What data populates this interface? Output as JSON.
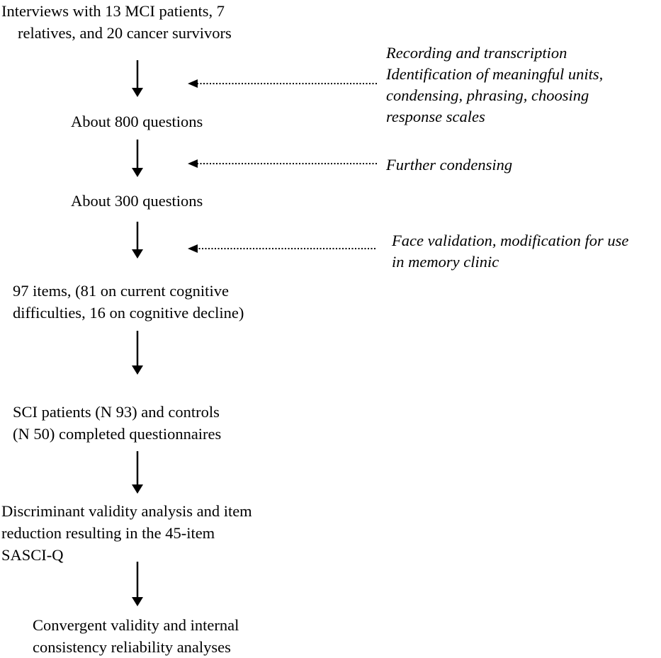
{
  "steps": [
    {
      "lines": [
        "Interviews with 13 MCI patients, 7",
        "relatives, and 20 cancer survivors"
      ]
    },
    {
      "lines": [
        "About 800 questions"
      ]
    },
    {
      "lines": [
        "About 300 questions"
      ]
    },
    {
      "lines": [
        "97 items, (81 on current cognitive",
        "difficulties, 16 on cognitive decline)"
      ]
    },
    {
      "lines": [
        "SCI patients (N 93) and controls",
        "(N 50) completed questionnaires"
      ]
    },
    {
      "lines": [
        "Discriminant validity analysis and item",
        "reduction resulting in the 45-item",
        "SASCI-Q"
      ]
    },
    {
      "lines": [
        "Convergent validity and internal",
        "consistency reliability analyses"
      ]
    }
  ],
  "notes": [
    {
      "lines": [
        "Recording and transcription",
        "Identification of meaningful units,",
        "condensing, phrasing, choosing",
        "response scales"
      ]
    },
    {
      "lines": [
        "Further condensing"
      ]
    },
    {
      "lines": [
        "Face validation, modification for use",
        "in memory clinic"
      ]
    }
  ]
}
